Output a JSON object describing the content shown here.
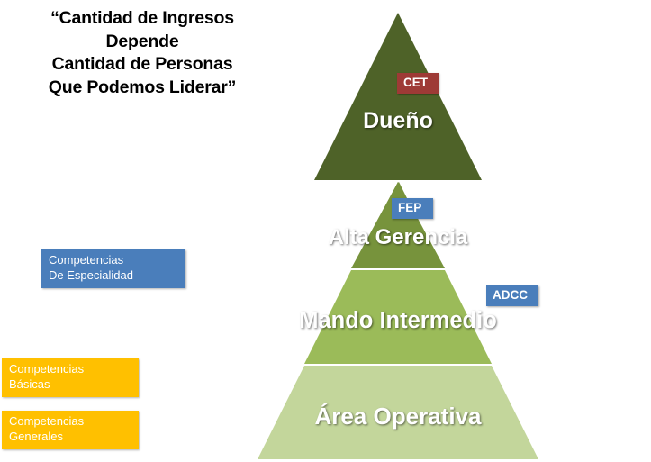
{
  "headline": "“Cantidad de Ingresos\nDepende\n Cantidad de Personas\nQue Podemos Liderar”",
  "pyramid": {
    "tiers": [
      {
        "label": "Dueño",
        "color": "#4e6228"
      },
      {
        "label": "Alta Gerencia",
        "color": "#77933c"
      },
      {
        "label": "Mando Intermedio",
        "color": "#9bbb59"
      },
      {
        "label": "Área Operativa",
        "color": "#c3d69b"
      }
    ]
  },
  "tags": [
    {
      "name": "cet",
      "label": "CET",
      "color": "#9e3a36"
    },
    {
      "name": "fep",
      "label": "FEP",
      "color": "#4a7ebb"
    },
    {
      "name": "adcc",
      "label": "ADCC",
      "color": "#4a7ebb"
    }
  ],
  "competency_boxes": [
    {
      "name": "especialidad",
      "label": "Competencias\nDe Especialidad",
      "color": "#4a7ebb"
    },
    {
      "name": "basicas",
      "label": "Competencias\nBásicas",
      "color": "#ffc000"
    },
    {
      "name": "generales",
      "label": "Competencias\nGenerales",
      "color": "#ffc000"
    }
  ]
}
